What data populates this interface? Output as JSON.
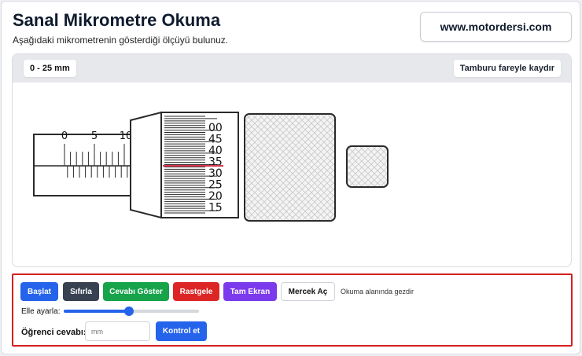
{
  "header": {
    "title": "Sanal Mikrometre Okuma",
    "subtitle": "Aşağıdaki mikrometrenin gösterdiği ölçüyü bulunuz.",
    "site_label": "www.motordersi.com"
  },
  "stage": {
    "range_label": "0 - 25 mm",
    "scroll_hint": "Tamburu fareyle kaydır"
  },
  "micrometer": {
    "sleeve_numbers": [
      "0",
      "5",
      "10"
    ],
    "thimble_numbers": [
      "00",
      "45",
      "40",
      "35",
      "30",
      "25",
      "20",
      "15"
    ],
    "colors": {
      "index_line": "#d9344f",
      "frame": "#2a2a2a"
    }
  },
  "controls": {
    "start_label": "Başlat",
    "reset_label": "Sıfırla",
    "show_answer_label": "Cevabı Göster",
    "random_label": "Rastgele",
    "fullscreen_label": "Tam Ekran",
    "loupe_label": "Mercek Aç",
    "loupe_note": "Okuma alanında gezdir",
    "slider_label": "Elle ayarla:",
    "slider_value": 0.48,
    "answer_label": "Öğrenci cevabı:",
    "answer_placeholder": "mm",
    "check_label": "Kontrol et",
    "colors": {
      "start": "#2563eb",
      "reset": "#374151",
      "answer": "#16a34a",
      "random": "#dc2626",
      "fullscreen": "#7c3aed"
    }
  }
}
